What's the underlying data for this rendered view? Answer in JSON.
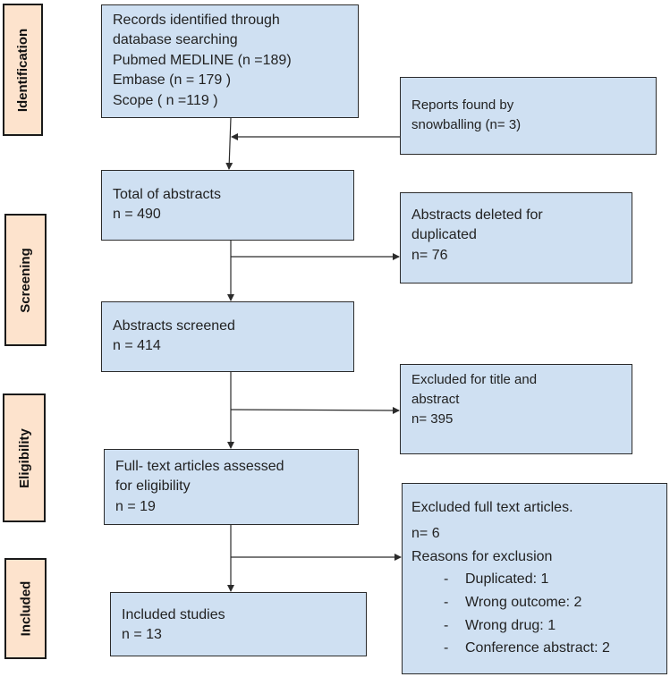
{
  "stages": [
    {
      "id": "identification",
      "label": "Identification"
    },
    {
      "id": "screening",
      "label": "Screening"
    },
    {
      "id": "eligibility",
      "label": "Eligibility"
    },
    {
      "id": "included",
      "label": "Included"
    }
  ],
  "boxes": {
    "records": [
      "Records identified through",
      "database searching",
      "Pubmed MEDLINE (n =189)",
      "Embase (n = 179 )",
      "Scope ( n =119 )"
    ],
    "snowballing": [
      "Reports found by",
      "snowballing (n= 3)"
    ],
    "total_abstracts": [
      "Total of abstracts",
      "n = 490"
    ],
    "deleted_duplicated": [
      "Abstracts deleted for",
      "duplicated",
      "n= 76"
    ],
    "screened": [
      "Abstracts screened",
      "n = 414"
    ],
    "excluded_title": [
      "Excluded for title and",
      "abstract",
      "n= 395"
    ],
    "fulltext_assessed": [
      "Full- text articles assessed",
      "for eligibility",
      "n = 19"
    ],
    "excluded_fulltext": {
      "title": "Excluded full text articles.",
      "count": "n= 6",
      "reasons_heading": "Reasons for exclusion",
      "reasons": [
        "Duplicated: 1",
        "Wrong outcome: 2",
        "Wrong drug: 1",
        "Conference abstract: 2"
      ]
    },
    "included": [
      "Included studies",
      "n = 13"
    ]
  },
  "colors": {
    "box_fill": "#cfe0f2",
    "stage_fill": "#fde3cd",
    "line": "#2b2b2b"
  }
}
